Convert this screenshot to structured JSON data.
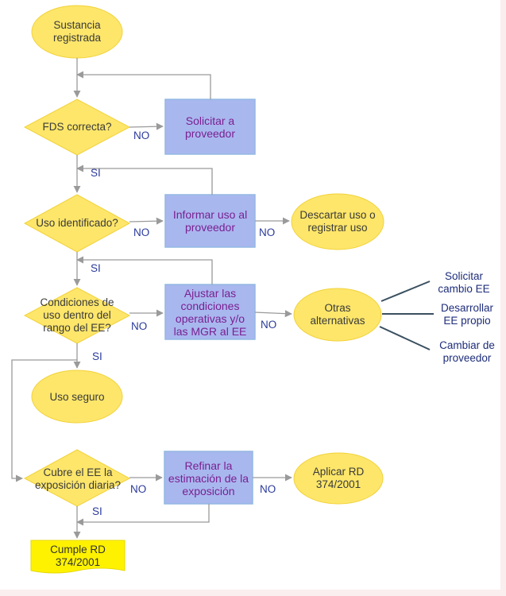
{
  "colors": {
    "terminal_fill": "#fde66a",
    "decision_fill": "#fde66a",
    "process_fill": "#a9b7ef",
    "process_border": "#93b9e2",
    "connector": "#9a9a9a",
    "branch_line": "#3a5060",
    "label_blue": "#2a3a9a",
    "process_text": "#7a2090",
    "result_fill": "#fff200"
  },
  "flowchart": {
    "start": "Sustancia\nregistrada",
    "q1": "FDS correcta?",
    "p1": "Solicitar a\nproveedor",
    "q2": "Uso identificado?",
    "p2": "Informar uso al\nproveedor",
    "end2": "Descartar uso o\nregistrar uso",
    "q3": "Condiciones de\nuso dentro del\nrango del EE?",
    "p3": "Ajustar las\ncondiciones\noperativas y/o\nlas MGR al EE",
    "end3": "Otras\nalternativas",
    "alt1": "Solicitar\ncambio EE",
    "alt2": "Desarrollar\nEE propio",
    "alt3": "Cambiar de\nproveedor",
    "safe": "Uso seguro",
    "q4": "Cubre el EE la\nexposición diaria?",
    "p4": "Refinar la\nestimación de la\nexposición",
    "end4": "Aplicar RD\n374/2001",
    "result": "Cumple RD\n374/2001"
  },
  "labels": {
    "no": "NO",
    "si": "SI"
  }
}
